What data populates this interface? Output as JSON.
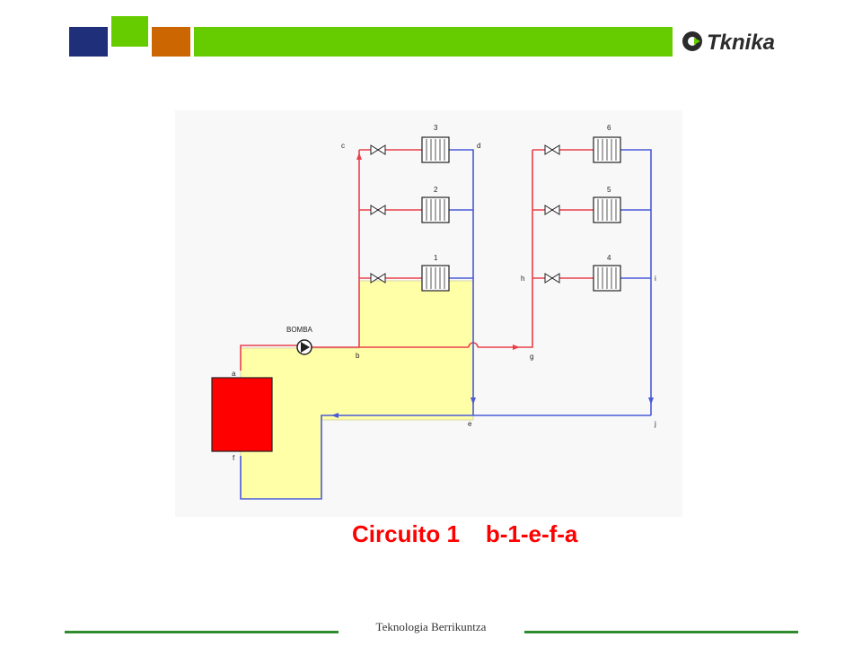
{
  "header": {
    "colors": {
      "navy": "#1f2f7a",
      "green": "#66cc00",
      "orange": "#cc6600"
    },
    "logo_text": "Tknika"
  },
  "diagram": {
    "pump_label": "BOMBA",
    "point_labels": {
      "a": "a",
      "b": "b",
      "c": "c",
      "d": "d",
      "e": "e",
      "f": "f",
      "g": "g",
      "h": "h",
      "i": "i",
      "j": "j"
    },
    "radiator_numbers": [
      "1",
      "2",
      "3",
      "4",
      "5",
      "6"
    ],
    "colors": {
      "supply": "#e8404a",
      "return": "#4a5ad8",
      "boiler": "#ff0000",
      "highlight": "#ffffa8"
    }
  },
  "caption": {
    "circuit": "Circuito 1",
    "path": "b-1-e-f-a"
  },
  "footer": {
    "text": "Teknologia Berrikuntza"
  }
}
